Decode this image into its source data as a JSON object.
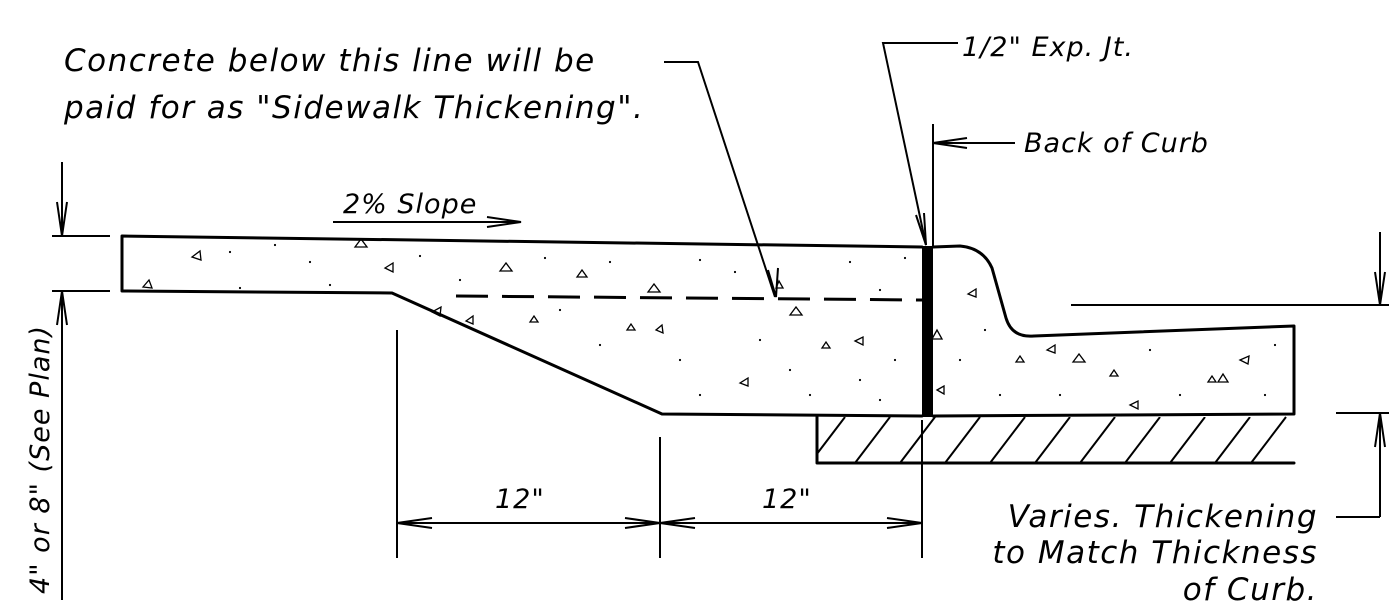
{
  "notes": {
    "thickening_line1": "Concrete below this line will be",
    "thickening_line2": "paid for as \"Sidewalk Thickening\".",
    "exp_joint": "1/2\" Exp. Jt.",
    "back_of_curb": "Back of Curb",
    "slope": "2% Slope",
    "thickness": "4\" or 8\" (See Plan)",
    "dim_left": "12\"",
    "dim_right": "12\"",
    "varies_line1": "Varies. Thickening",
    "varies_line2": "to Match Thickness",
    "varies_line3": "of Curb."
  }
}
